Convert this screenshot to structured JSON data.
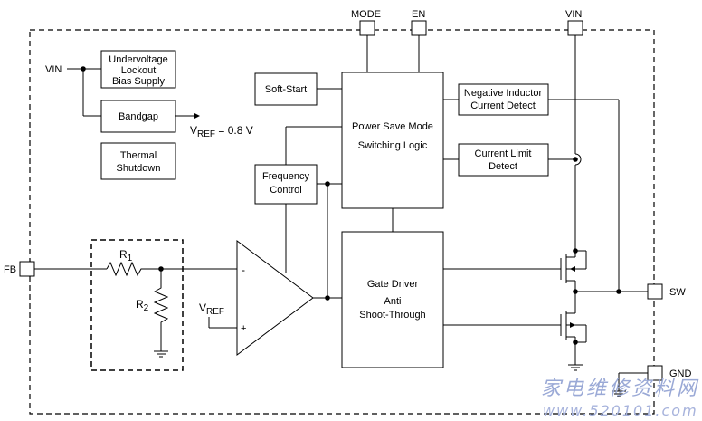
{
  "pins": {
    "mode": "MODE",
    "en": "EN",
    "vin_top": "VIN",
    "vin_left": "VIN",
    "fb": "FB",
    "sw": "SW",
    "gnd": "GND"
  },
  "blocks": {
    "uvlo": [
      "Undervoltage",
      "Lockout",
      "Bias Supply"
    ],
    "bandgap": "Bandgap",
    "thermal": [
      "Thermal",
      "Shutdown"
    ],
    "softstart": "Soft-Start",
    "psm": [
      "Power Save Mode",
      "Switching Logic"
    ],
    "neg_inductor": [
      "Negative Inductor",
      "Current Detect"
    ],
    "current_limit": [
      "Current Limit",
      "Detect"
    ],
    "freq": [
      "Frequency",
      "Control"
    ],
    "gate": [
      "Gate Driver",
      "Anti",
      "Shoot-Through"
    ]
  },
  "vref_out": {
    "v": "V",
    "sub": "REF",
    "value": " = 0.8 V"
  },
  "vref_in": {
    "v": "V",
    "sub": "REF"
  },
  "resistors": {
    "r1": "R",
    "r1_sub": "1",
    "r2": "R",
    "r2_sub": "2"
  },
  "opamp": {
    "minus": "-",
    "plus": "+"
  },
  "watermark": {
    "cn": "家电维修资料网",
    "url": "www.520101.com"
  }
}
